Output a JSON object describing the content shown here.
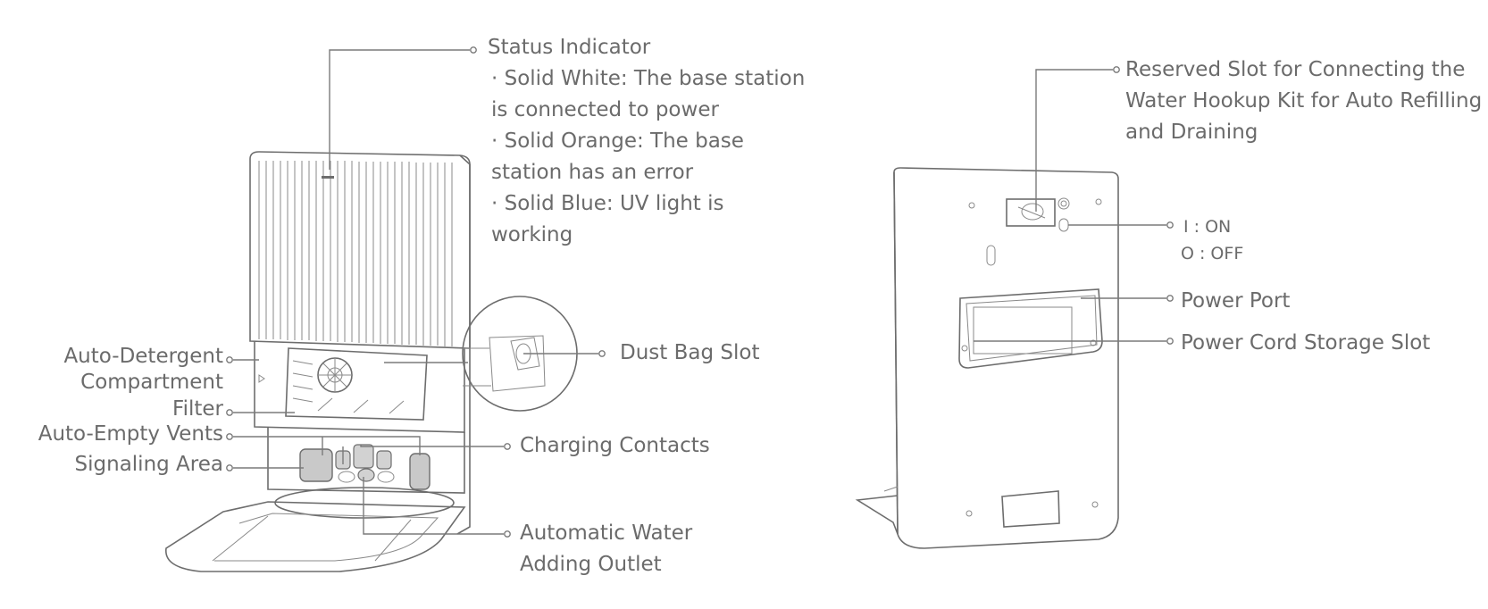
{
  "front": {
    "status_indicator": {
      "title": "Status Indicator",
      "lines": [
        "· Solid White: The base station",
        "  is connected to power",
        "· Solid Orange: The base",
        "  station has an error",
        "· Solid Blue: UV light is",
        "  working"
      ]
    },
    "left_labels": {
      "auto_detergent": [
        "Auto-Detergent",
        "Compartment"
      ],
      "filter": "Filter",
      "auto_empty_vents": "Auto-Empty Vents",
      "signaling_area": "Signaling Area"
    },
    "right_labels": {
      "dust_bag_slot": "Dust Bag Slot",
      "charging_contacts": "Charging Contacts",
      "water_outlet": [
        "Automatic Water",
        "Adding Outlet"
      ]
    }
  },
  "back": {
    "reserved_slot": [
      "Reserved Slot for Connecting the",
      "Water Hookup Kit for Auto Refilling",
      "and Draining"
    ],
    "switch": [
      "I  : ON",
      "O : OFF"
    ],
    "power_port": "Power Port",
    "cord_storage": "Power Cord Storage Slot"
  }
}
